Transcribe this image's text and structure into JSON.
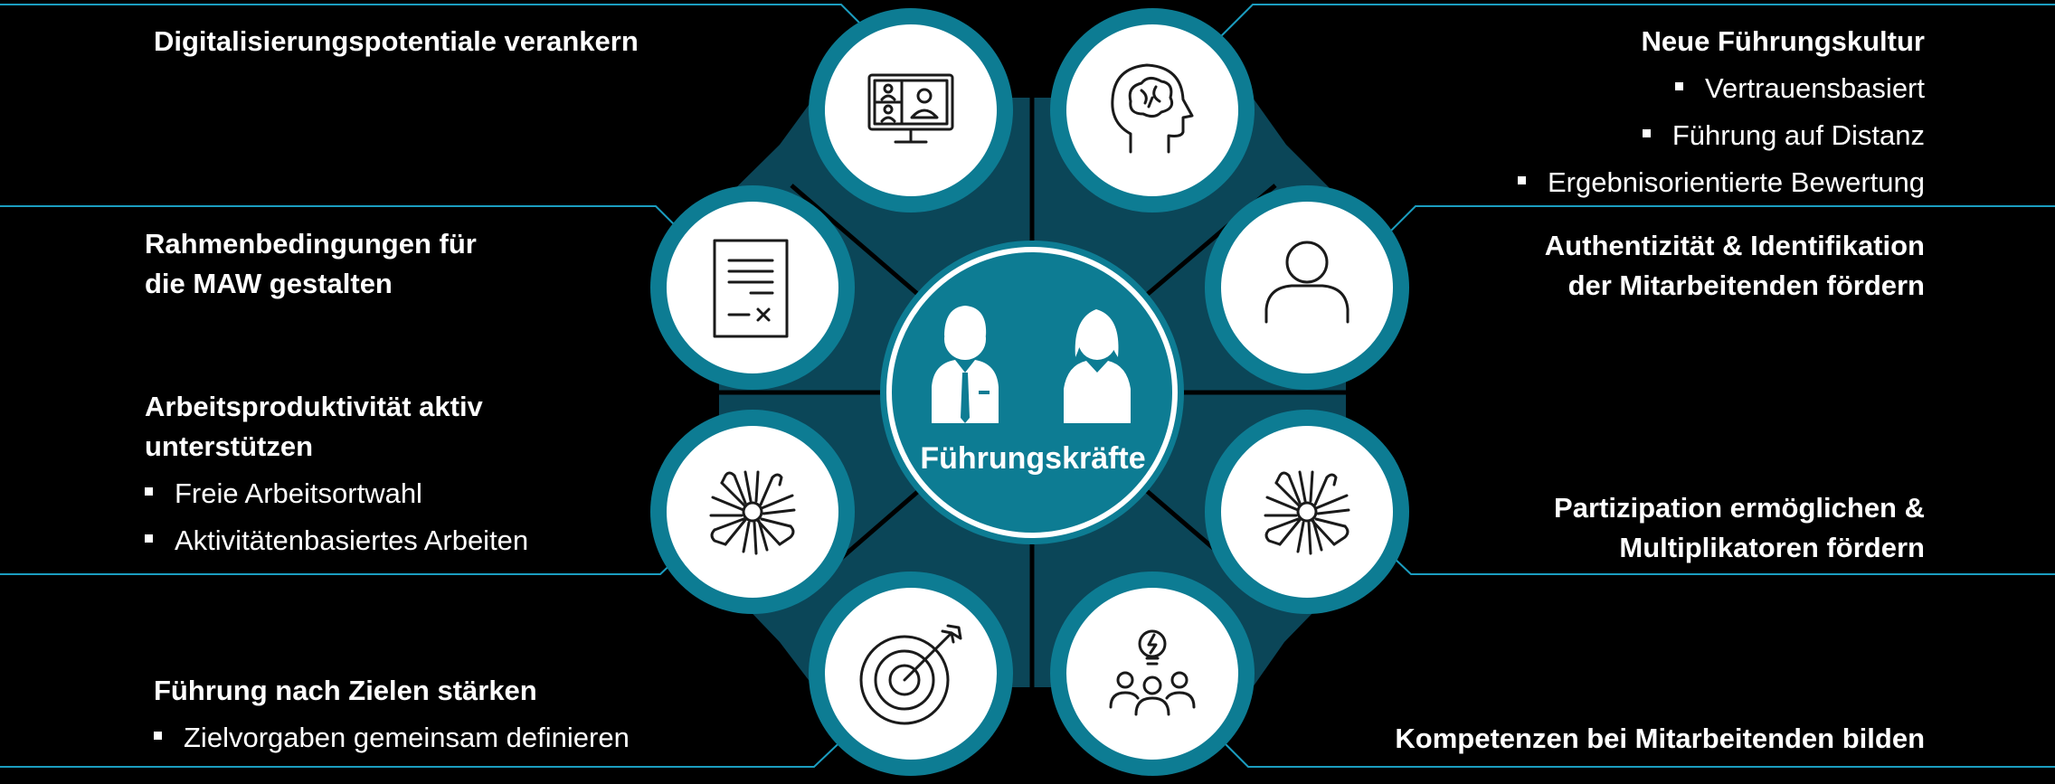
{
  "center": {
    "label": "Führungskräfte",
    "icon": "leaders-icon"
  },
  "colors": {
    "background": "#000000",
    "teal": "#0d7c93",
    "dark_teal": "#0b4658",
    "line": "#1b9dc0",
    "white": "#ffffff",
    "icon_stroke": "#1a1a1a"
  },
  "items": {
    "digital": {
      "title": "Digitalisierungspotentiale verankern",
      "icon": "video-conference-icon"
    },
    "fuehrungskultur": {
      "title": "Neue Führungskultur",
      "bullets": [
        "Vertrauensbasiert",
        "Führung auf Distanz",
        "Ergebnisorientierte Bewertung"
      ],
      "icon": "brain-head-icon"
    },
    "rahmen": {
      "title_lines": [
        "Rahmenbedingungen für",
        "die MAW gestalten"
      ],
      "icon": "document-icon"
    },
    "authentizitaet": {
      "title_lines": [
        "Authentizität & Identifikation",
        "der Mitarbeitenden fördern"
      ],
      "icon": "person-icon"
    },
    "produktivitaet": {
      "title_lines": [
        "Arbeitsproduktivität aktiv",
        "unterstützen"
      ],
      "bullets": [
        "Freie Arbeitsortwahl",
        "Aktivitätenbasiertes Arbeiten"
      ],
      "icon": "teamwork-hands-icon"
    },
    "partizipation": {
      "title_lines": [
        "Partizipation ermöglichen &",
        "Multiplikatoren fördern"
      ],
      "icon": "teamwork-hands-icon"
    },
    "ziele": {
      "title": "Führung nach Zielen stärken",
      "bullets": [
        "Zielvorgaben gemeinsam definieren"
      ],
      "icon": "target-icon"
    },
    "kompetenzen": {
      "title": "Kompetenzen bei Mitarbeitenden bilden",
      "icon": "team-idea-icon"
    }
  }
}
